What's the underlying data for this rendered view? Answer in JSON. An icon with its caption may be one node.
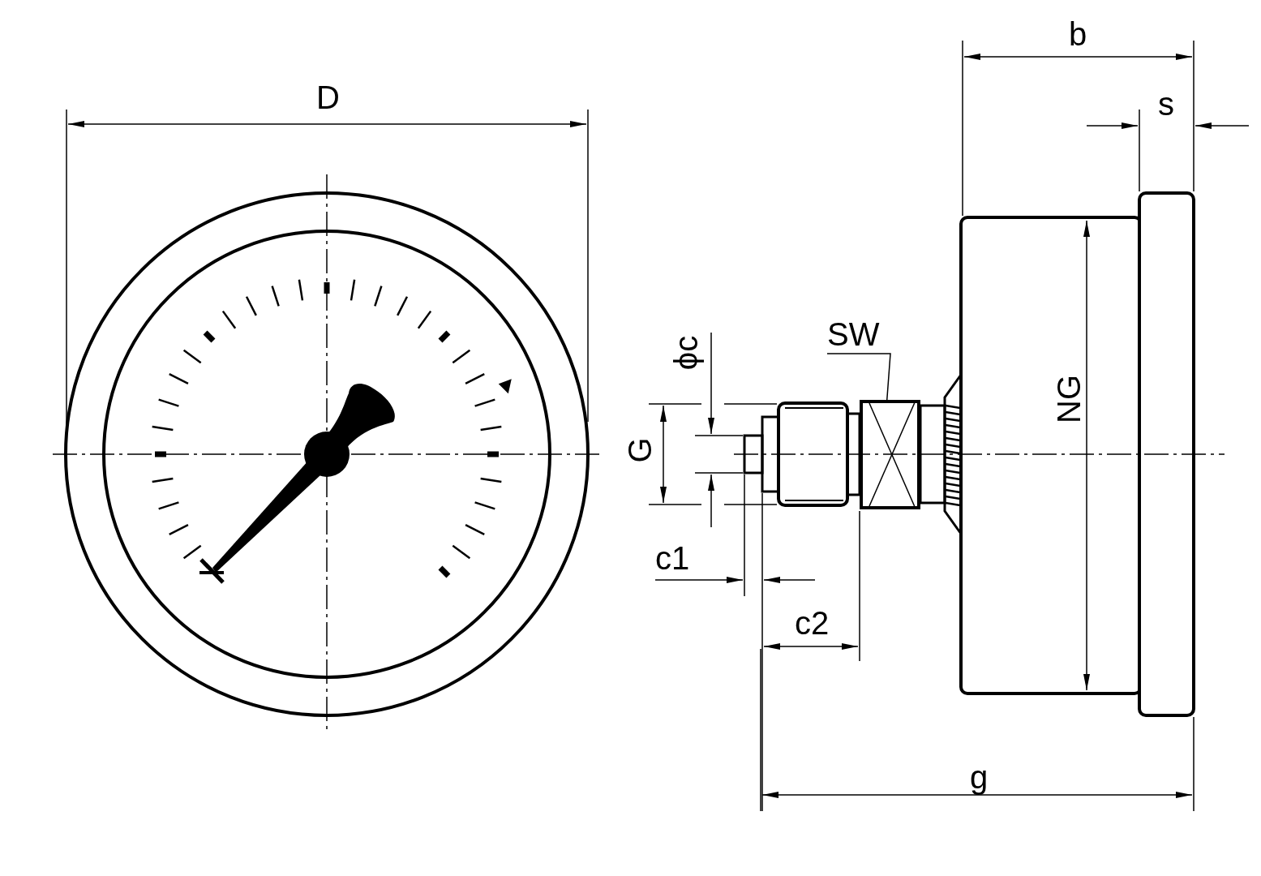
{
  "diagram": {
    "nodes": [
      {
        "text": [
          "SW"
        ]
      },
      {
        "text": [],
        "shape": "box"
      }
    ],
    "edges": [
      {
        "from": 0,
        "to": 1,
        "arrow": "none"
      }
    ],
    "labels": [
      "D",
      "b",
      "s",
      "ϕc",
      "G",
      "NG",
      "c1",
      "c2",
      "g"
    ]
  }
}
